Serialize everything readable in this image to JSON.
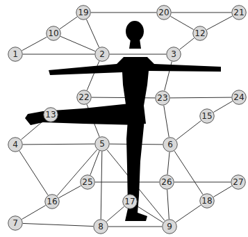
{
  "diagram": {
    "nodes": [
      {
        "text": [
          "19"
        ]
      },
      {
        "text": [
          "20"
        ]
      },
      {
        "text": [
          "21"
        ]
      },
      {
        "text": [
          "10"
        ]
      },
      {
        "text": [
          "12"
        ]
      },
      {
        "text": [
          "1"
        ]
      },
      {
        "text": [
          "2"
        ]
      },
      {
        "text": [
          "3"
        ]
      },
      {
        "text": [
          "22"
        ]
      },
      {
        "text": [
          "23"
        ]
      },
      {
        "text": [
          "24"
        ]
      },
      {
        "text": [
          "13"
        ]
      },
      {
        "text": [
          "15"
        ]
      },
      {
        "text": [
          "4"
        ]
      },
      {
        "text": [
          "5"
        ]
      },
      {
        "text": [
          "6"
        ]
      },
      {
        "text": [
          "25"
        ]
      },
      {
        "text": [
          "26"
        ]
      },
      {
        "text": [
          "27"
        ]
      },
      {
        "text": [
          "16"
        ]
      },
      {
        "text": [
          "17"
        ]
      },
      {
        "text": [
          "18"
        ]
      },
      {
        "text": [
          "7"
        ]
      },
      {
        "text": [
          "8"
        ]
      },
      {
        "text": [
          "9"
        ]
      }
    ],
    "edges": [
      {
        "from": 5,
        "to": 3,
        "arrow": "none"
      },
      {
        "from": 3,
        "to": 0,
        "arrow": "none"
      },
      {
        "from": 0,
        "to": 1,
        "arrow": "none"
      },
      {
        "from": 1,
        "to": 2,
        "arrow": "none"
      },
      {
        "from": 5,
        "to": 6,
        "arrow": "none"
      },
      {
        "from": 3,
        "to": 6,
        "arrow": "none"
      },
      {
        "from": 0,
        "to": 6,
        "arrow": "none"
      },
      {
        "from": 6,
        "to": 7,
        "arrow": "none"
      },
      {
        "from": 7,
        "to": 4,
        "arrow": "none"
      },
      {
        "from": 4,
        "to": 2,
        "arrow": "none"
      },
      {
        "from": 1,
        "to": 4,
        "arrow": "none"
      },
      {
        "from": 6,
        "to": 8,
        "arrow": "none"
      },
      {
        "from": 7,
        "to": 9,
        "arrow": "none"
      },
      {
        "from": 8,
        "to": 9,
        "arrow": "none"
      },
      {
        "from": 9,
        "to": 10,
        "arrow": "none"
      },
      {
        "from": 11,
        "to": 13,
        "arrow": "none"
      },
      {
        "from": 13,
        "to": 14,
        "arrow": "none"
      },
      {
        "from": 14,
        "to": 15,
        "arrow": "none"
      },
      {
        "from": 15,
        "to": 12,
        "arrow": "none"
      },
      {
        "from": 12,
        "to": 10,
        "arrow": "none"
      },
      {
        "from": 8,
        "to": 14,
        "arrow": "none"
      },
      {
        "from": 9,
        "to": 15,
        "arrow": "none"
      },
      {
        "from": 14,
        "to": 16,
        "arrow": "none"
      },
      {
        "from": 16,
        "to": 17,
        "arrow": "none"
      },
      {
        "from": 17,
        "to": 18,
        "arrow": "none"
      },
      {
        "from": 18,
        "to": 21,
        "arrow": "none"
      },
      {
        "from": 21,
        "to": 15,
        "arrow": "none"
      },
      {
        "from": 15,
        "to": 17,
        "arrow": "none"
      },
      {
        "from": 17,
        "to": 24,
        "arrow": "none"
      },
      {
        "from": 13,
        "to": 19,
        "arrow": "none"
      },
      {
        "from": 19,
        "to": 22,
        "arrow": "none"
      },
      {
        "from": 22,
        "to": 23,
        "arrow": "none"
      },
      {
        "from": 23,
        "to": 24,
        "arrow": "none"
      },
      {
        "from": 24,
        "to": 21,
        "arrow": "none"
      },
      {
        "from": 19,
        "to": 16,
        "arrow": "none"
      },
      {
        "from": 14,
        "to": 23,
        "arrow": "none"
      },
      {
        "from": 14,
        "to": 19,
        "arrow": "none"
      },
      {
        "from": 14,
        "to": 24,
        "arrow": "none"
      },
      {
        "from": 20,
        "to": 23,
        "arrow": "none"
      },
      {
        "from": 20,
        "to": 24,
        "arrow": "none"
      }
    ]
  }
}
